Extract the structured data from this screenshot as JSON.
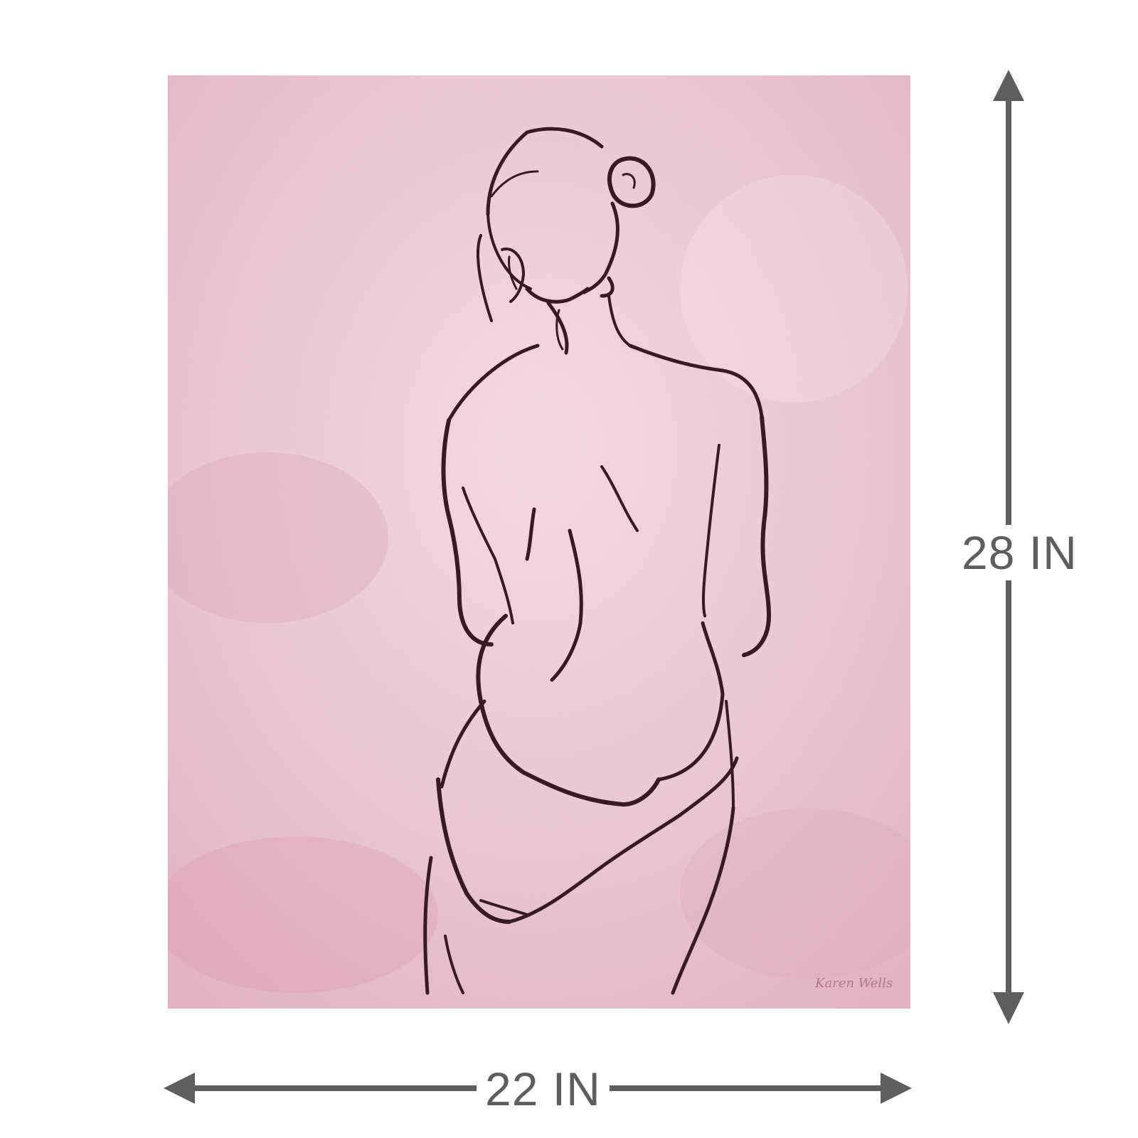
{
  "artwork": {
    "background_color": "#e8bfcc",
    "line_color": "#3a1a22",
    "signature_text": "Karen Wells"
  },
  "dimensions": {
    "height_label": "28 IN",
    "width_label": "22 IN",
    "arrow_color": "#5e5e5e"
  }
}
